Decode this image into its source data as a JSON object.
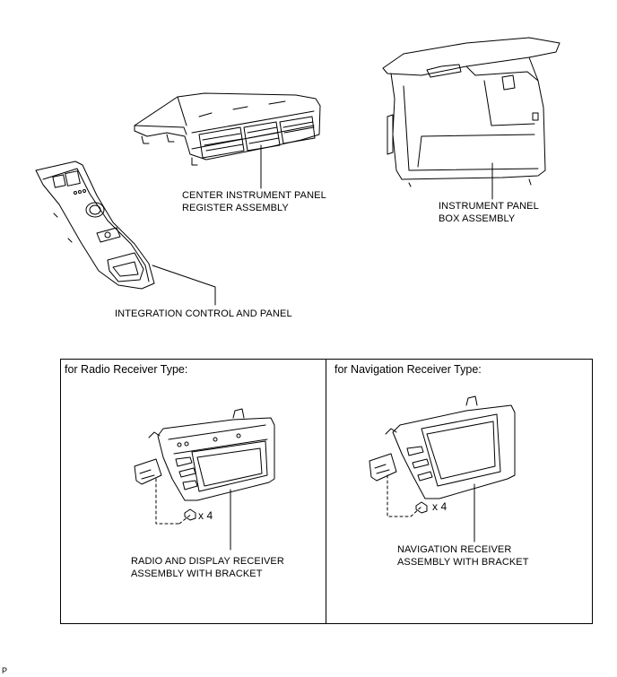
{
  "parts": {
    "register": {
      "line1": "CENTER INSTRUMENT PANEL",
      "line2": "REGISTER ASSEMBLY"
    },
    "box": {
      "line1": "INSTRUMENT PANEL",
      "line2": "BOX ASSEMBLY"
    },
    "integration": {
      "line1": "INTEGRATION CONTROL AND PANEL"
    }
  },
  "radio_panel": {
    "title": "for Radio Receiver Type:",
    "screw_count": "x 4",
    "label_line1": "RADIO AND DISPLAY RECEIVER",
    "label_line2": "ASSEMBLY WITH BRACKET"
  },
  "nav_panel": {
    "title": "for Navigation Receiver Type:",
    "screw_count": "x 4",
    "label_line1": "NAVIGATION RECEIVER",
    "label_line2": "ASSEMBLY WITH BRACKET"
  },
  "corner_code": "P"
}
